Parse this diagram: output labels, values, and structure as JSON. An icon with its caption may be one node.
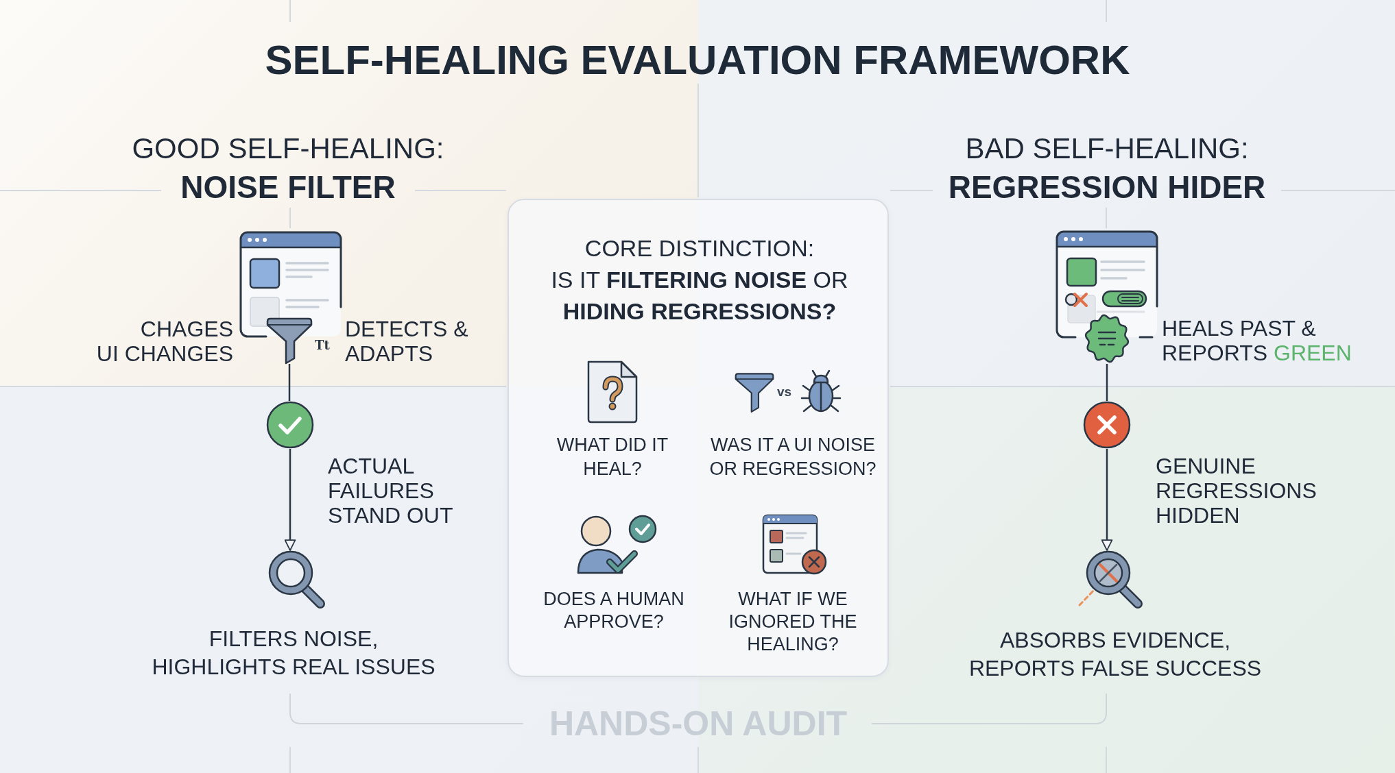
{
  "diagram": {
    "title": "SELF-HEALING EVALUATION FRAMEWORK",
    "nodes": [
      {
        "text": [],
        "shape": "picture",
        "beside": [
          "CHAGES UI CHANGES",
          "Tt",
          "DETECTS & ADAPTS"
        ]
      },
      {
        "text": [],
        "shape": "circle"
      },
      {
        "text": [],
        "shape": "picture",
        "beside": [
          "FILTERS NOISE, HIGHLIGHTS REAL ISSUES"
        ]
      },
      {
        "text": [
          "CORE DISTINCTION:",
          "IS IT **FILTERING NOISE** OR **HIDING REGRESSIONS?**",
          "WHAT DID IT HEAL?",
          "WAS IT A UI NOISE OR REGRESSION?",
          "DOES A HUMAN APPROVE?",
          "WHAT IF WE IGNORED THE HEALING?"
        ]
      },
      {
        "text": [],
        "shape": "picture",
        "beside": [
          "HEALS PAST & REPORTS GREEN"
        ]
      },
      {
        "text": [],
        "shape": "circle"
      },
      {
        "text": [],
        "shape": "picture",
        "beside": [
          "ABSORBS EVIDENCE, REPORTS FALSE SUCCESS"
        ]
      }
    ],
    "edges": [
      {
        "from": 0,
        "to": 1,
        "arrow": "none"
      },
      {
        "from": 1,
        "to": 2,
        "arrow": "to",
        "label": "ACTUAL FAILURES STAND OUT"
      },
      {
        "from": 4,
        "to": 5,
        "arrow": "none"
      },
      {
        "from": 5,
        "to": 6,
        "arrow": "to",
        "label": "GENUINE REGRESSIONS HIDDEN"
      }
    ],
    "labels": [
      "GOOD SELF-HEALING:",
      "NOISE FILTER",
      "BAD SELF-HEALING:",
      "REGRESSION HIDER",
      "vs",
      "HANDS-ON AUDIT"
    ]
  }
}
